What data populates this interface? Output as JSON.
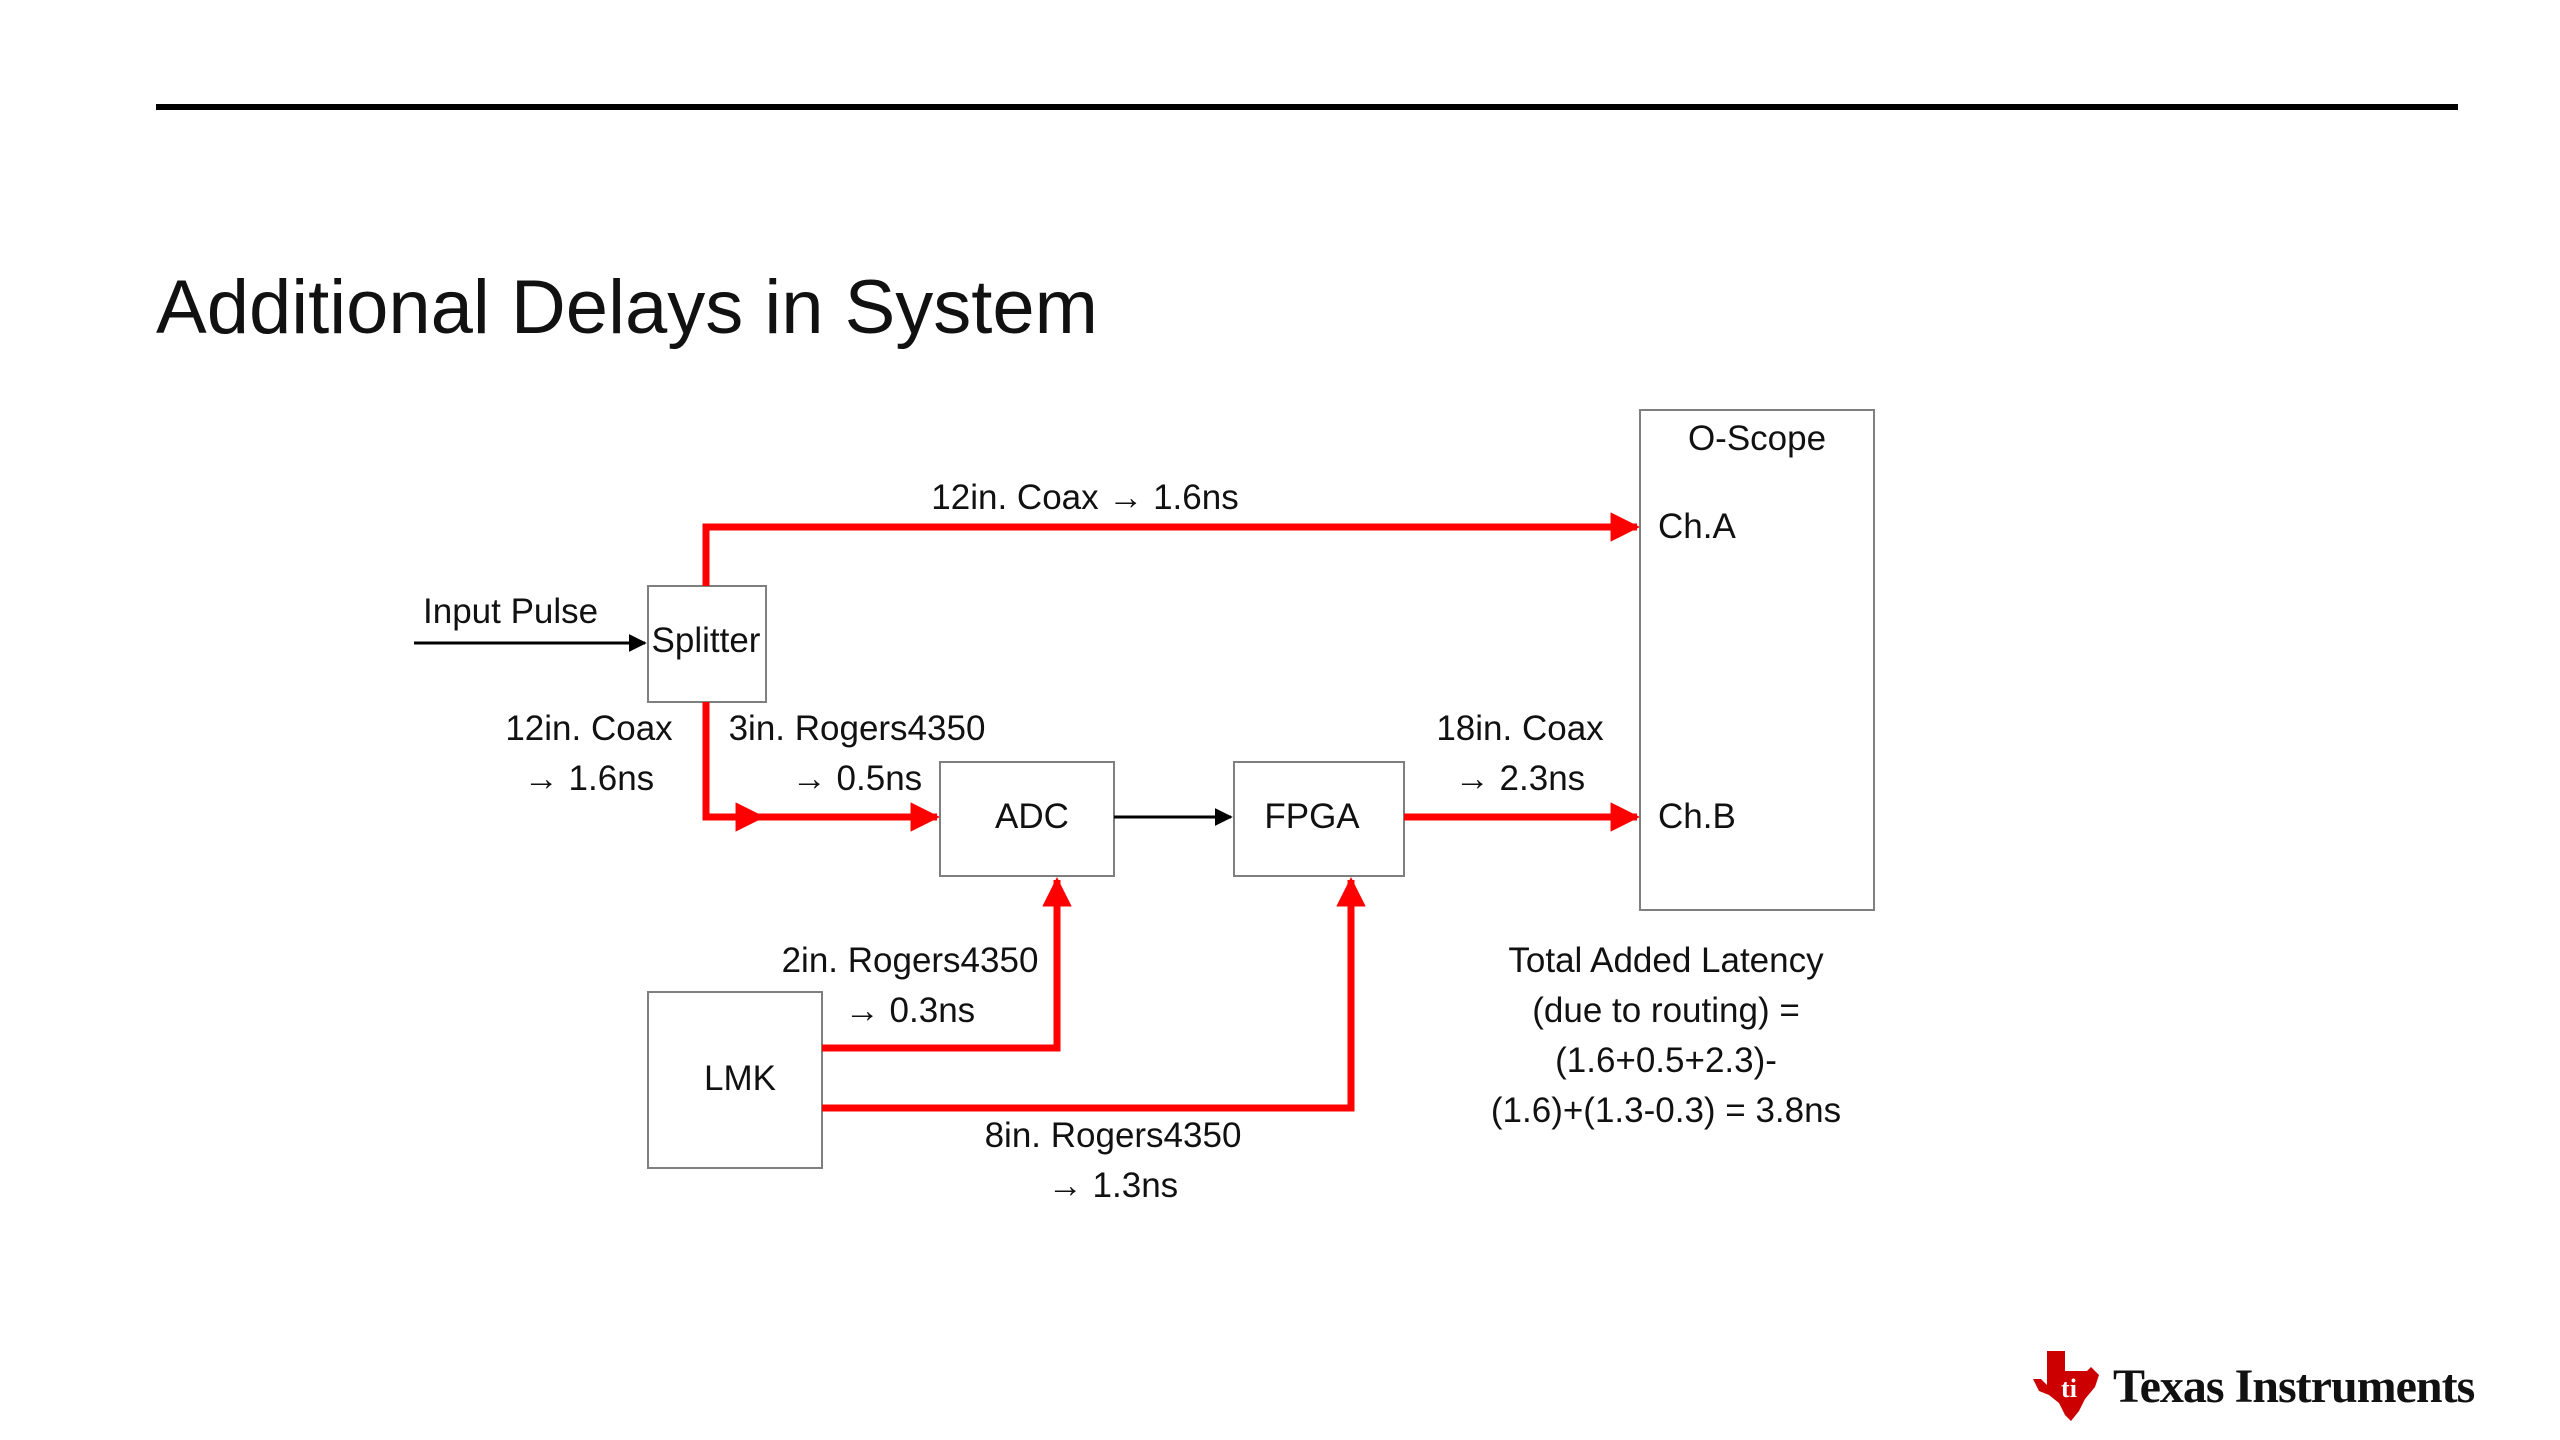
{
  "slide": {
    "title": "Additional Delays in System"
  },
  "diagram": {
    "blocks": {
      "splitter": "Splitter",
      "adc": "ADC",
      "fpga": "FPGA",
      "lmk": "LMK",
      "oscope": "O-Scope",
      "ch_a": "Ch.A",
      "ch_b": "Ch.B"
    },
    "labels": {
      "input_pulse": "Input Pulse",
      "top_coax": "12in. Coax → 1.6ns",
      "left_coax_1": "12in. Coax",
      "left_coax_2": "→ 1.6ns",
      "rogers3_1": "3in. Rogers4350",
      "rogers3_2": "→ 0.5ns",
      "coax18_1": "18in. Coax",
      "coax18_2": "→ 2.3ns",
      "rogers2_1": "2in. Rogers4350",
      "rogers2_2": "→ 0.3ns",
      "rogers8_1": "8in. Rogers4350",
      "rogers8_2": "→ 1.3ns"
    },
    "summary": [
      "Total Added Latency",
      "(due to routing) =",
      "(1.6+0.5+2.3)-",
      "(1.6)+(1.3-0.3) = 3.8ns"
    ]
  },
  "colors": {
    "trace": "#ff0000",
    "signal": "#000000",
    "box_border": "#7f7f7f",
    "logo_red": "#cc0000"
  },
  "branding": {
    "company_logo_text": "Texas Instruments"
  }
}
